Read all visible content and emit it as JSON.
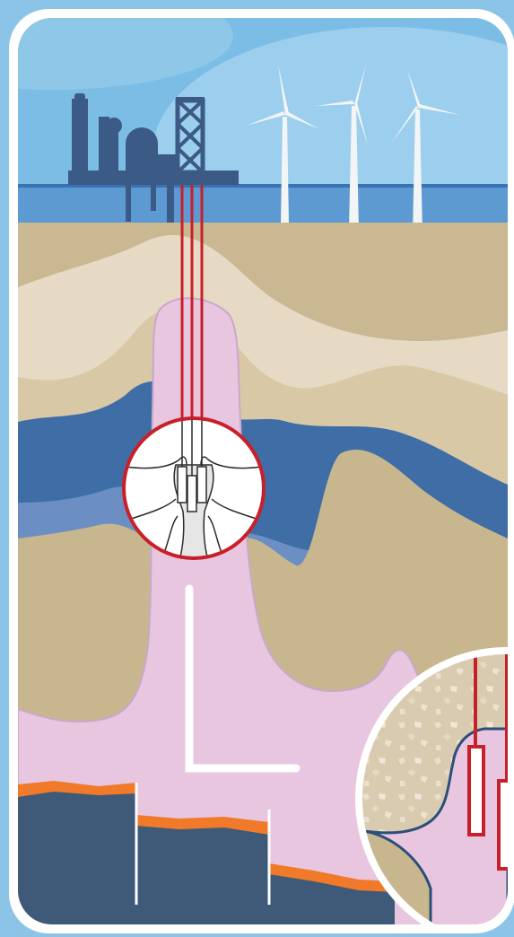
{
  "diagram": {
    "frame": "rounded-card",
    "scene": {
      "sky": {
        "color": "#7cbde6",
        "haze_color": "#a9d6f1"
      },
      "sea": {
        "color": "#5d9ad1",
        "waterline_color": "#3a73b3"
      },
      "facility": {
        "type": "gas-processing-plant",
        "color": "#3b5a85"
      },
      "platform": {
        "type": "drilling-platform",
        "color": "#3b5a85"
      },
      "wind_turbines": {
        "count": 3,
        "color": "#f2f4f6"
      },
      "wells": {
        "count": 3,
        "color": "#c8202a"
      }
    },
    "layers": [
      {
        "name": "upper-sand",
        "color": "#c9b892"
      },
      {
        "name": "pale-clay",
        "color": "#e6dac5"
      },
      {
        "name": "tan-layer",
        "color": "#d8c8a6"
      },
      {
        "name": "blue-layer",
        "color": "#3f6da6"
      },
      {
        "name": "light-blue-layer",
        "color": "#6b8fc3"
      },
      {
        "name": "lower-sand",
        "color": "#c8b78e"
      },
      {
        "name": "salt-body",
        "color": "#e8c6df"
      },
      {
        "name": "deep-rock",
        "color": "#3f5a78"
      },
      {
        "name": "orange-seam",
        "color": "#f07a2a"
      }
    ],
    "callouts": [
      {
        "name": "cavern-detail",
        "shape": "circle"
      },
      {
        "name": "texture-detail",
        "shape": "circle"
      }
    ],
    "markers": [
      {
        "name": "l-bracket",
        "color": "#ffffff"
      },
      {
        "name": "faults",
        "count": 2,
        "color": "#ffffff"
      }
    ],
    "colors": {
      "frame": "#ffffff",
      "outline": "#2b3f5c",
      "cavern_fill": "#e6e6e6"
    }
  }
}
